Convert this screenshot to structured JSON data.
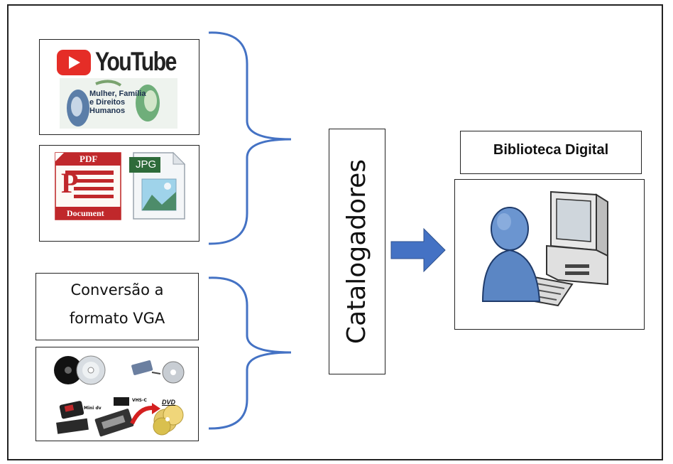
{
  "sources": {
    "youtube_logo_text": "YouTube",
    "ministry_logo_text": "Mulher, Família e Direitos Humanos",
    "pdf_label": "PDF",
    "pdf_caption": "Document",
    "jpg_label": "JPG",
    "conversion_text_line1": "Conversão a",
    "conversion_text_line2": "formato VGA",
    "media_labels": {
      "mini_dv": "Mini dv",
      "vhs_c": "VHS-C",
      "dvd": "DVD"
    }
  },
  "process": {
    "label": "Catalogadores"
  },
  "target": {
    "title": "Biblioteca Digital"
  },
  "colors": {
    "bracket": "#4472C4",
    "arrow": "#4472C4",
    "border": "#222222"
  }
}
